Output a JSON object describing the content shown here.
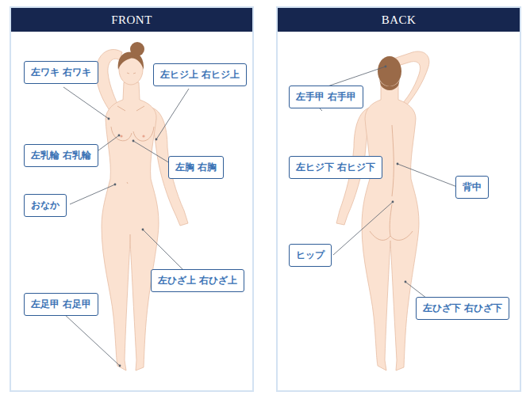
{
  "diagram": {
    "nodes": [
      {
        "text": [
          "FRONT"
        ]
      },
      {
        "text": [
          "左ワキ 右ワキ"
        ],
        "in": 0
      },
      {
        "text": [
          "左ヒジ上 右ヒジ上"
        ],
        "in": 0
      },
      {
        "text": [
          "左乳輪 右乳輪"
        ],
        "in": 0
      },
      {
        "text": [
          "左胸 右胸"
        ],
        "in": 0
      },
      {
        "text": [
          "おなか"
        ],
        "in": 0
      },
      {
        "text": [
          "左ひざ上 右ひざ上"
        ],
        "in": 0
      },
      {
        "text": [
          "左足甲 右足甲"
        ],
        "in": 0
      },
      {
        "text": [
          "BACK"
        ]
      },
      {
        "text": [
          "左手甲 右手甲"
        ],
        "in": 8
      },
      {
        "text": [
          "左ヒジ下 右ヒジ下"
        ],
        "in": 8
      },
      {
        "text": [
          "背中"
        ],
        "in": 8
      },
      {
        "text": [
          "ヒップ"
        ],
        "in": 8
      },
      {
        "text": [
          "左ひざ下 右ひざ下"
        ],
        "in": 8
      }
    ]
  }
}
